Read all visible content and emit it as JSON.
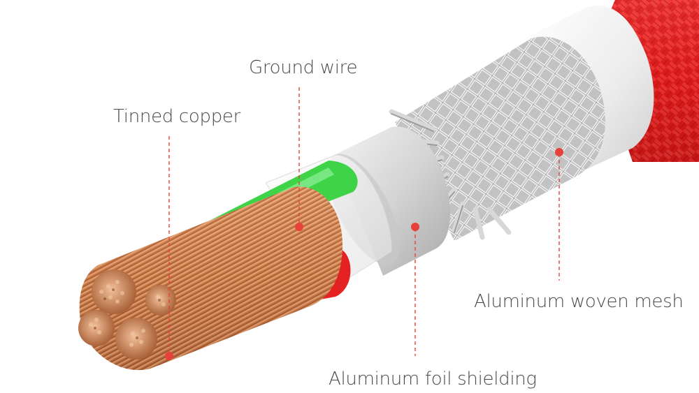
{
  "callouts": {
    "ground_wire": "Ground wire",
    "tinned_copper": "Tinned copper",
    "aluminum_woven_mesh": "Aluminum woven mesh",
    "aluminum_foil_shielding": "Aluminum foil shielding"
  },
  "colors": {
    "callout_line": "#e8403a",
    "braid_red": "#e21e1e",
    "jacket_white": "#f2f2f2",
    "mesh_silver": "#c9c9c9",
    "foil_silver": "#d6d6d6",
    "copper": "#c77a4a",
    "green_insulation": "#43d64a",
    "red_insulation": "#e52222"
  }
}
